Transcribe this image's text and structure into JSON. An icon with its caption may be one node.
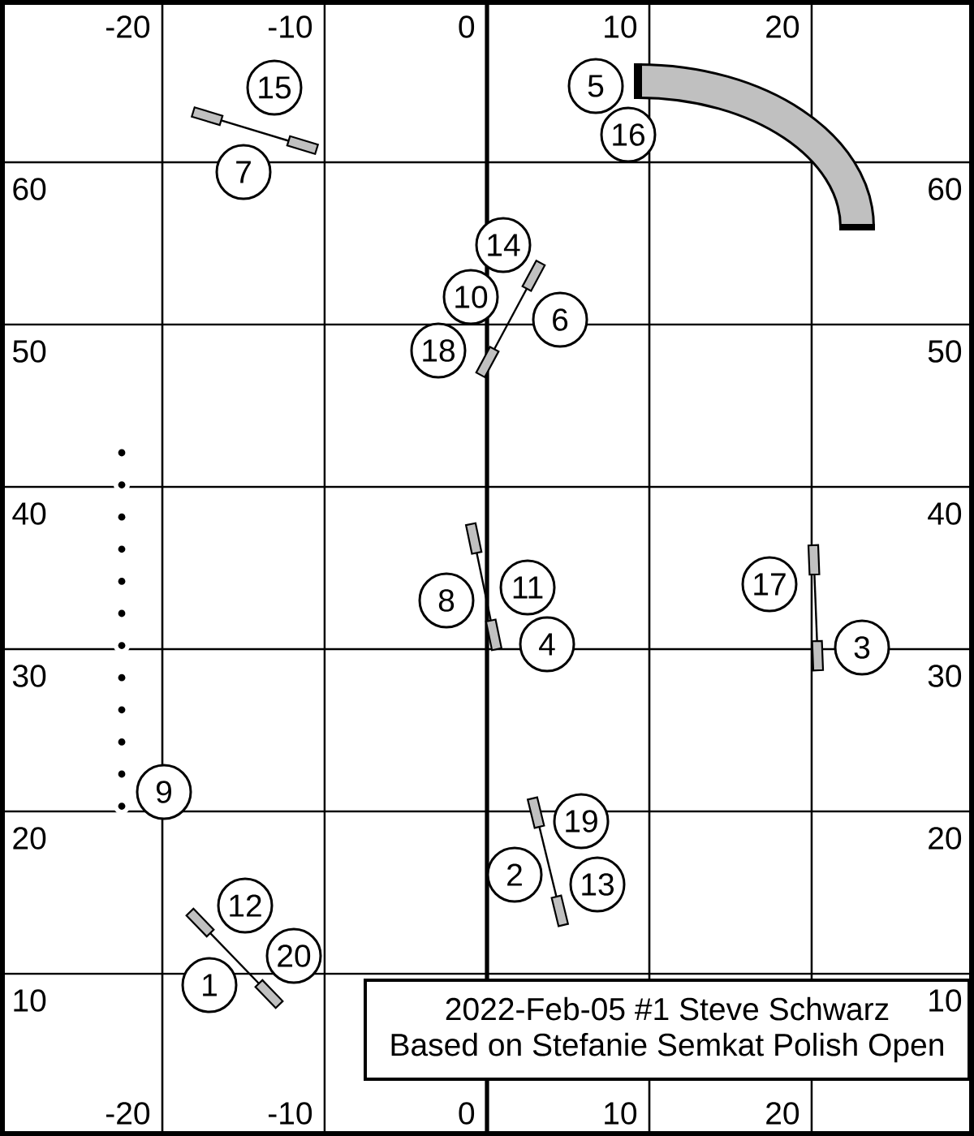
{
  "diagram": {
    "nodes": [
      {
        "text": [
          "1"
        ]
      },
      {
        "text": [
          "2"
        ]
      },
      {
        "text": [
          "3"
        ]
      },
      {
        "text": [
          "4"
        ]
      },
      {
        "text": [
          "5"
        ]
      },
      {
        "text": [
          "6"
        ]
      },
      {
        "text": [
          "7"
        ]
      },
      {
        "text": [
          "8"
        ]
      },
      {
        "text": [
          "9"
        ]
      },
      {
        "text": [
          "10"
        ]
      },
      {
        "text": [
          "11"
        ]
      },
      {
        "text": [
          "12"
        ]
      },
      {
        "text": [
          "13"
        ]
      },
      {
        "text": [
          "14"
        ]
      },
      {
        "text": [
          "15"
        ]
      },
      {
        "text": [
          "16"
        ]
      },
      {
        "text": [
          "17"
        ]
      },
      {
        "text": [
          "18"
        ]
      },
      {
        "text": [
          "19"
        ]
      },
      {
        "text": [
          "20"
        ]
      },
      {
        "text": [
          "2022-Feb-05 #1 Steve Schwarz",
          "Based on Stefanie Semkat Polish Open"
        ]
      }
    ],
    "labels": [
      "-20",
      "-10",
      "0",
      "10",
      "20",
      "60",
      "60",
      "50",
      "50",
      "40",
      "40",
      "30",
      "30",
      "20",
      "20",
      "10",
      "10",
      "-20",
      "-10",
      "0",
      "10",
      "20"
    ]
  }
}
